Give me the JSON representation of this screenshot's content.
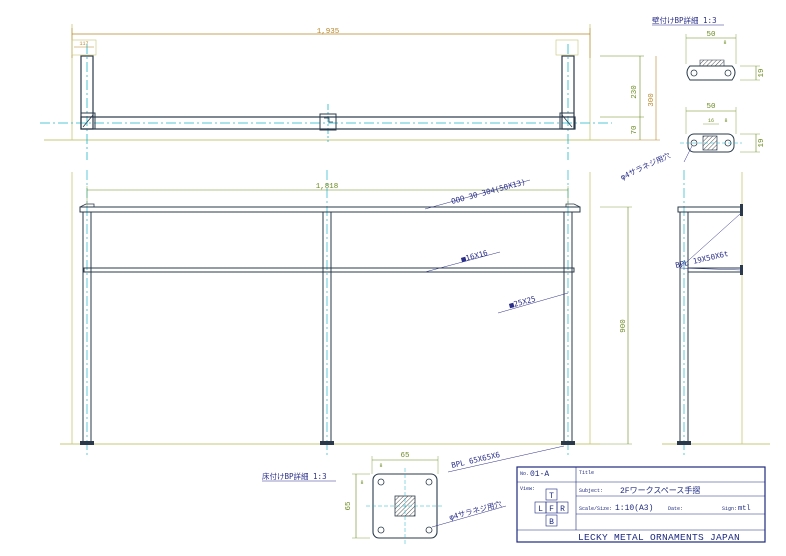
{
  "plan_view": {
    "dim_overall": "1,935",
    "dim_end": "117",
    "dim_230": "230",
    "dim_70": "70",
    "dim_300": "300"
  },
  "wall_bp_detail": {
    "title": "壁付けBP詳細 1:3",
    "dim_width": "50",
    "dim_edge": "8",
    "dim_height": "19",
    "dim_width2": "50",
    "dim_center": "16",
    "dim_edge2": "8",
    "dim_height2": "19",
    "hole_note": "φ4サラネジ用穴"
  },
  "front_view": {
    "dim_length": "1,818",
    "rail_note": "OOO 30 304(50X13)",
    "mid_rail_note": "■16X16",
    "post_note": "■25X25",
    "base_note": "BPL 65X65X6",
    "height_dim": "900"
  },
  "side_view": {
    "bracket_note": "BPL 19X50X6t"
  },
  "floor_bp_detail": {
    "title": "床付けBP詳細 1:3",
    "dim_width": "65",
    "dim_edge": "8",
    "dim_edge_v": "8",
    "dim_height": "65",
    "hole_note": "φ4サラネジ用穴"
  },
  "title_block": {
    "no_label": "No.",
    "no_value": "01-A",
    "title_label": "Title",
    "view_label": "View:",
    "subject_label": "Subject:",
    "subject_value": "2Fワークスペース手摺",
    "scale_label": "Scale/Size:",
    "scale_value": "1:10(A3)",
    "date_label": "Date:",
    "sign_label": "Sign:",
    "sign_value": "mtl",
    "company": "LECKY METAL ORNAMENTS JAPAN",
    "view_letters": [
      "T",
      "L",
      "F",
      "R",
      "B"
    ]
  },
  "colors": {
    "steel": "#2a3a4a",
    "center_line": "#1fb5c8",
    "dim_line": "#6a8a1e",
    "dim_outer": "#b8862a",
    "wall_line": "#c8c87a",
    "note_text": "#2b2f8a",
    "hatch": "#555555"
  }
}
